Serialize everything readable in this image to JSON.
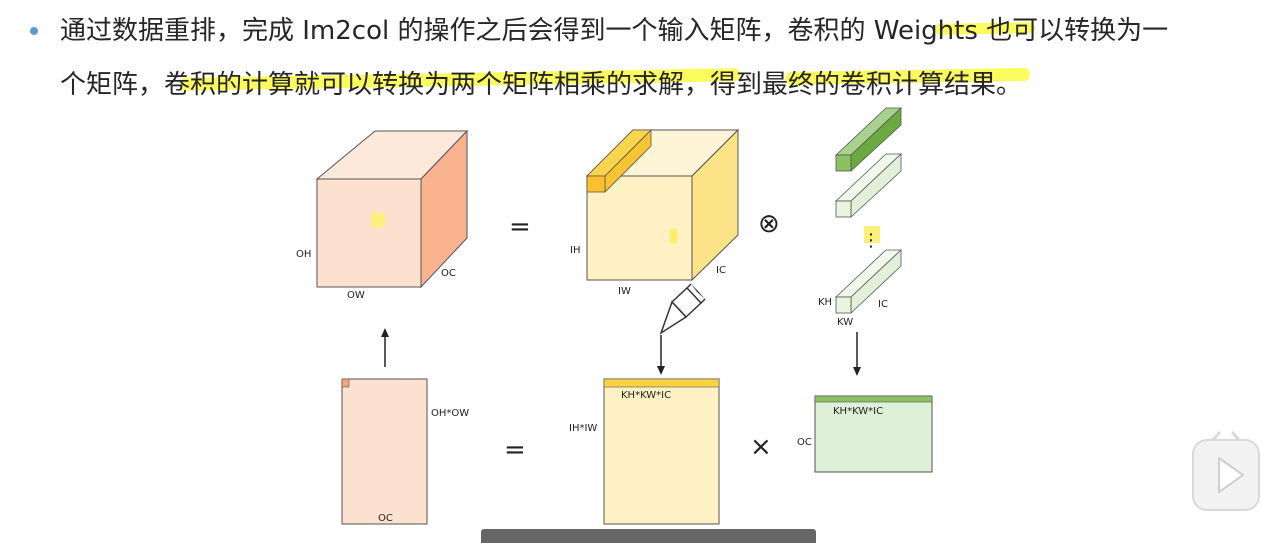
{
  "slide": {
    "line1": "通过数据重排，完成 Im2col 的操作之后会得到一个输入矩阵，卷积的 Weights 也可以转换为一",
    "line2": "个矩阵，卷积的计算就可以转换为两个矩阵相乘的求解，得到最终的卷积计算结果。"
  },
  "diagram": {
    "output_cube": {
      "h": "OH",
      "w": "OW",
      "c": "OC"
    },
    "input_cube": {
      "h": "IH",
      "w": "IW",
      "c": "IC"
    },
    "kernel": {
      "h": "KH",
      "w": "KW",
      "c": "IC",
      "ellipsis": "⋮"
    },
    "ops": {
      "equals_top": "=",
      "conv": "⊗",
      "equals_bottom": "=",
      "times": "×"
    },
    "output_matrix": {
      "cols": "OH*OW",
      "rows": "OC"
    },
    "input_matrix": {
      "cols": "KH*KW*IC",
      "rows": "IH*IW"
    },
    "weight_matrix": {
      "cols": "KH*KW*IC",
      "rows": "OC"
    }
  },
  "colors": {
    "output": "#fde1d0",
    "input": "#fef1c4",
    "weight": "#dff0d8",
    "highlight": "#fafa28",
    "bullet": "#5b9bd5"
  }
}
